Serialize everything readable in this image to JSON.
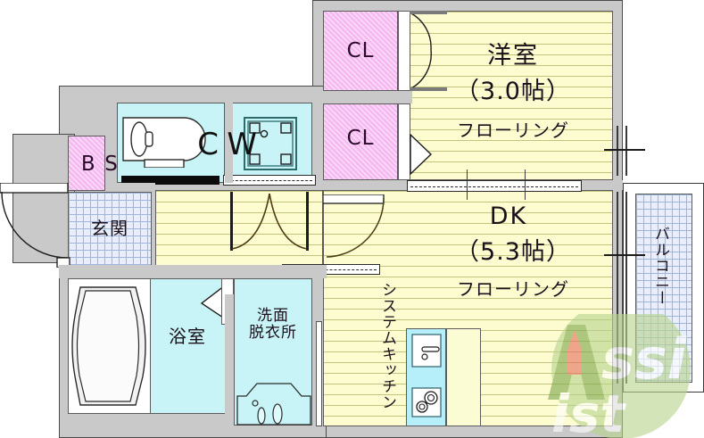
{
  "document": {
    "type": "floor-plan",
    "title": "賃貸物件 間取り図",
    "watermark": "Assist",
    "watermark_colors": {
      "green": "#a8c97f",
      "red": "#e8705e",
      "white": "#ffffff"
    }
  },
  "palette": {
    "wall": "#c9c9c9",
    "wall_line": "#4a4a4a",
    "flooring": "#fcfcd0",
    "flooring_line": "#96963c",
    "water_room": "#c8f4f7",
    "closet_pink": "#f5b5f0",
    "tile_blue": "#e8eefb",
    "tile_grid": "#9fb7de",
    "text": "#1a0f1a"
  },
  "rooms": [
    {
      "id": "yoshitsu",
      "name": "洋室",
      "size": "（3.0帖）",
      "flooring": "フローリング",
      "material": "flooring"
    },
    {
      "id": "dk",
      "name": "DK",
      "size": "（5.3帖）",
      "flooring": "フローリング",
      "material": "flooring"
    },
    {
      "id": "yokushitsu",
      "name": "浴室",
      "material": "water_room"
    },
    {
      "id": "senmen",
      "name": "洗面\n脱衣所",
      "material": "water_room"
    },
    {
      "id": "genkan",
      "name": "玄関",
      "material": "tile"
    },
    {
      "id": "balcony",
      "name": "バルコニー",
      "material": "tile"
    }
  ],
  "labels": {
    "closet_top": "CL",
    "closet_bottom": "CL",
    "wc": "W\nC",
    "shoe_box": "S\nB",
    "system_kitchen": "システムキッチン",
    "yoshitsu_name": "洋室",
    "yoshitsu_size": "（3.0帖）",
    "yoshitsu_floor": "フローリング",
    "dk_name": "DK",
    "dk_size": "（5.3帖）",
    "dk_floor": "フローリング",
    "bath": "浴室",
    "washroom": "洗面\n脱衣所",
    "entrance": "玄関",
    "balcony": "バルコニー"
  },
  "fixtures": [
    {
      "id": "toilet",
      "label": "toilet-fixture",
      "room": "wc"
    },
    {
      "id": "bathtub",
      "label": "bathtub-fixture",
      "room": "yokushitsu"
    },
    {
      "id": "washing-machine-pan",
      "label": "washing-machine-pan",
      "room": "wc-area"
    },
    {
      "id": "vanity",
      "label": "vanity-sink",
      "room": "senmen"
    },
    {
      "id": "kitchen-sink",
      "label": "kitchen-sink",
      "room": "dk"
    },
    {
      "id": "kitchen-stove",
      "label": "two-burner-stove",
      "room": "dk"
    },
    {
      "id": "counter",
      "label": "kitchen-counter",
      "room": "dk"
    }
  ],
  "openings": [
    {
      "id": "entrance-door",
      "type": "swing-door-out",
      "location": "west-entrance"
    },
    {
      "id": "closet-top-door",
      "type": "bifold-door",
      "location": "yoshitsu-closet-top"
    },
    {
      "id": "closet-bottom-door",
      "type": "folding-door",
      "location": "yoshitsu-closet-bottom"
    },
    {
      "id": "hallway-double-door",
      "type": "double-swing-door",
      "location": "hallway"
    },
    {
      "id": "dk-door",
      "type": "swing-door",
      "location": "dk-west"
    },
    {
      "id": "bath-door",
      "type": "folding-door",
      "location": "yokushitsu-east"
    },
    {
      "id": "yoshitsu-dk-sliding",
      "type": "sliding-door",
      "location": "between-yoshitsu-and-dk"
    },
    {
      "id": "balcony-sliding",
      "type": "sliding-window",
      "location": "dk-east"
    }
  ]
}
